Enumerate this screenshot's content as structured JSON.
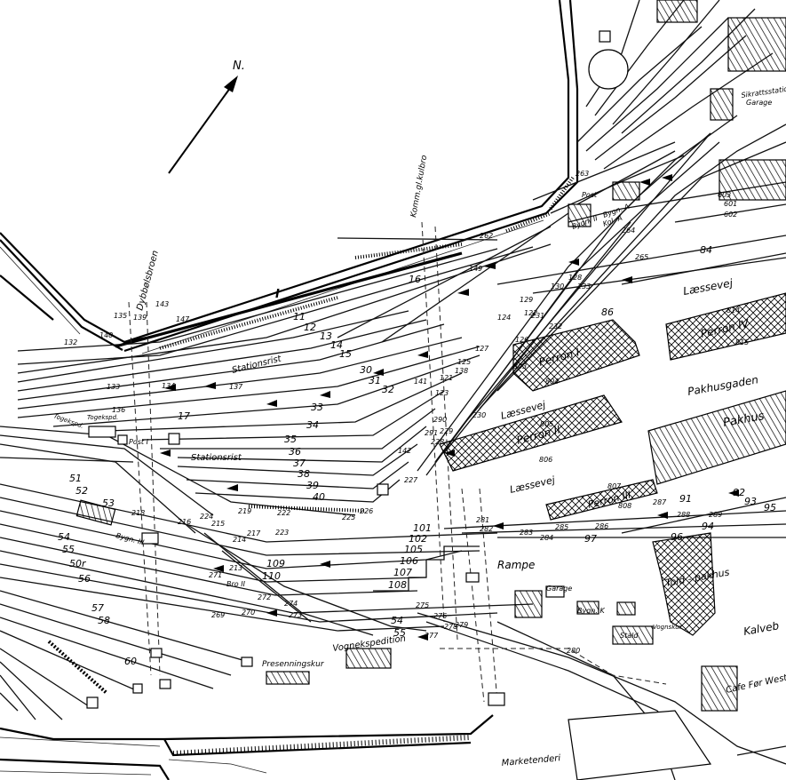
{
  "north": "N.",
  "bridges": [
    "Dybbølsbroen",
    "Komm.gl.kulbro"
  ],
  "track_I": "I",
  "stationsrist_a": "Stationsrist",
  "stationsrist_b": "Stationsrist",
  "perron_1": "Perron I",
  "perron_2": "Perron II",
  "perron_3": "Perron III",
  "perron_4": "Perron IV",
  "laessevej_a": "Læssevej",
  "laessevej_b": "Læssevej",
  "laessevej_c": "Læssevej",
  "pakhusgaden": "Pakhusgaden",
  "pakhus": "Pakhus",
  "toldpakhus": "Told - pakhus",
  "rampe": "Rampe",
  "vognekspedition": "Vognekspedition",
  "presenningsskur": "Presenningskur",
  "marketenderi": "Marketenderi",
  "cafe": "Cafe Før West",
  "kalvebod": "Kalveb",
  "garage_top": "Garage",
  "garage_mid": "Garage",
  "stald": "Stald",
  "vognskur": "Vognskur",
  "post_left": "Post I",
  "post_top": "Post",
  "togekspedition": "Togekspd.",
  "togekspedition_alt": "Togekspd.",
  "bygn_a": "Bygn. A",
  "bygn_k": "Bygn. K",
  "bygn_ii": "Bygn. II",
  "bygn_iii": "Bygn. III",
  "kol_a": "Kol. A",
  "sikkerhed": "Sikrattsstation",
  "bro_ii": "Bro II",
  "track_numbers_upper": [
    "11",
    "12",
    "13",
    "14",
    "15",
    "16",
    "30",
    "31",
    "32",
    "33",
    "34",
    "35",
    "36",
    "37",
    "38",
    "39",
    "40",
    "17"
  ],
  "track_numbers_lower": [
    "51",
    "52",
    "53",
    "54",
    "55",
    "50r",
    "56",
    "57",
    "58",
    "60",
    "101",
    "102",
    "105",
    "106",
    "107",
    "108",
    "109",
    "110",
    "54",
    "55"
  ],
  "track_numbers_right": [
    "84",
    "86",
    "91",
    "92",
    "93",
    "94",
    "95",
    "96",
    "97",
    "814",
    "815",
    "803",
    "804",
    "805",
    "806",
    "807",
    "808",
    "601",
    "602",
    "603"
  ],
  "switch_numbers": [
    "135",
    "140",
    "143",
    "147",
    "132",
    "133",
    "134",
    "136",
    "137",
    "138",
    "139",
    "141",
    "142",
    "149",
    "130",
    "127",
    "124",
    "125",
    "126",
    "121",
    "122",
    "123",
    "128",
    "129",
    "225",
    "226",
    "227",
    "228",
    "229",
    "230",
    "231",
    "232",
    "233",
    "213",
    "214",
    "215",
    "216",
    "217",
    "218",
    "219",
    "222",
    "223",
    "224",
    "269",
    "270",
    "271",
    "272",
    "273",
    "274",
    "275",
    "276",
    "277",
    "278",
    "279",
    "280",
    "281",
    "282",
    "283",
    "284",
    "285",
    "286",
    "287",
    "288",
    "289",
    "290",
    "291",
    "262",
    "263",
    "264",
    "265"
  ]
}
